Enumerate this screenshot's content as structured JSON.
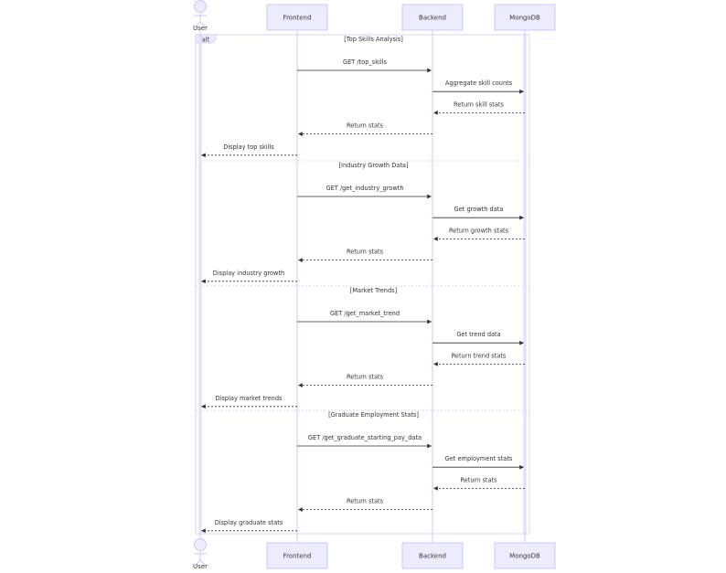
{
  "participants": [
    {
      "id": "user",
      "label": "User",
      "kind": "actor"
    },
    {
      "id": "frontend",
      "label": "Frontend",
      "kind": "box"
    },
    {
      "id": "backend",
      "label": "Backend",
      "kind": "box"
    },
    {
      "id": "mongodb",
      "label": "MongoDB",
      "kind": "box"
    }
  ],
  "frame": {
    "tag": "alt"
  },
  "sections": [
    {
      "condition": "[Top Skills Analysis]",
      "messages": [
        {
          "from": "frontend",
          "to": "backend",
          "label": "GET /top_skills",
          "dashed": false
        },
        {
          "from": "backend",
          "to": "mongodb",
          "label": "Aggregate skill counts",
          "dashed": false
        },
        {
          "from": "mongodb",
          "to": "backend",
          "label": "Return skill stats",
          "dashed": true
        },
        {
          "from": "backend",
          "to": "frontend",
          "label": "Return stats",
          "dashed": true
        },
        {
          "from": "frontend",
          "to": "user",
          "label": "Display top skills",
          "dashed": true
        }
      ]
    },
    {
      "condition": "[Industry Growth Data]",
      "messages": [
        {
          "from": "frontend",
          "to": "backend",
          "label": "GET /get_industry_growth",
          "dashed": false
        },
        {
          "from": "backend",
          "to": "mongodb",
          "label": "Get growth data",
          "dashed": false
        },
        {
          "from": "mongodb",
          "to": "backend",
          "label": "Return growth stats",
          "dashed": true
        },
        {
          "from": "backend",
          "to": "frontend",
          "label": "Return stats",
          "dashed": true
        },
        {
          "from": "frontend",
          "to": "user",
          "label": "Display industry growth",
          "dashed": true
        }
      ]
    },
    {
      "condition": "[Market Trends]",
      "messages": [
        {
          "from": "frontend",
          "to": "backend",
          "label": "GET /get_market_trend",
          "dashed": false
        },
        {
          "from": "backend",
          "to": "mongodb",
          "label": "Get trend data",
          "dashed": false
        },
        {
          "from": "mongodb",
          "to": "backend",
          "label": "Return trend stats",
          "dashed": true
        },
        {
          "from": "backend",
          "to": "frontend",
          "label": "Return stats",
          "dashed": true
        },
        {
          "from": "frontend",
          "to": "user",
          "label": "Display market trends",
          "dashed": true
        }
      ]
    },
    {
      "condition": "[Graduate Employment Stats]",
      "messages": [
        {
          "from": "frontend",
          "to": "backend",
          "label": "GET /get_graduate_starting_pay_data",
          "dashed": false
        },
        {
          "from": "backend",
          "to": "mongodb",
          "label": "Get employment stats",
          "dashed": false
        },
        {
          "from": "mongodb",
          "to": "backend",
          "label": "Return stats",
          "dashed": true
        },
        {
          "from": "backend",
          "to": "frontend",
          "label": "Return stats",
          "dashed": true
        },
        {
          "from": "frontend",
          "to": "user",
          "label": "Display graduate stats",
          "dashed": true
        }
      ]
    }
  ]
}
